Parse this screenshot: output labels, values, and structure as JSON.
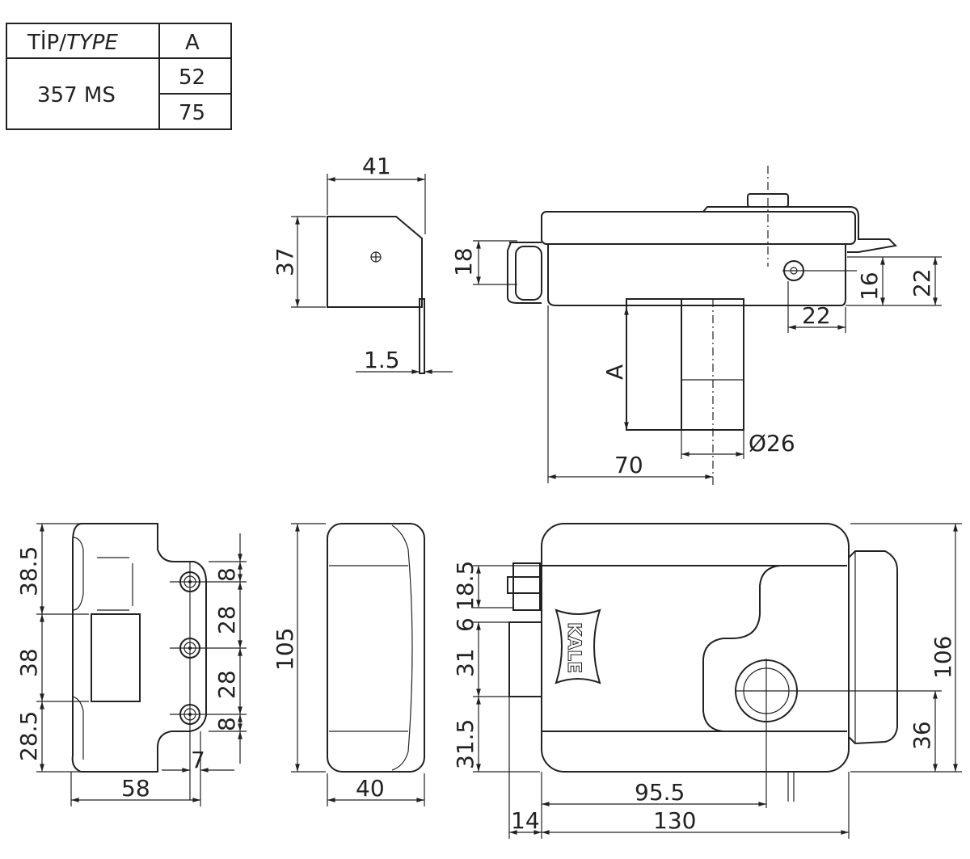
{
  "table": {
    "header_type_plain": "TİP/",
    "header_type_italic": "TYPE",
    "header_a": "A",
    "model": "357 MS",
    "a_values": [
      "52",
      "75"
    ]
  },
  "logo": "KALE",
  "dims": {
    "side_width": "41",
    "side_height": "37",
    "pin_thickness": "1.5",
    "top_18": "18",
    "top_16": "16",
    "top_22v": "22",
    "top_22h": "22",
    "bolt_a": "A",
    "bolt_dia": "Ø26",
    "bolt_offset": "70",
    "plate_385": "38.5",
    "plate_38": "38",
    "plate_285": "28.5",
    "plate_8a": "8",
    "plate_28a": "28",
    "plate_28b": "28",
    "plate_8b": "8",
    "plate_7": "7",
    "plate_58": "58",
    "edge_105": "105",
    "edge_40": "40",
    "front_185": "18.5",
    "front_6": "6",
    "front_31": "31",
    "front_315": "31.5",
    "front_106": "106",
    "front_36": "36",
    "front_955": "95.5",
    "front_130": "130",
    "front_14": "14"
  }
}
